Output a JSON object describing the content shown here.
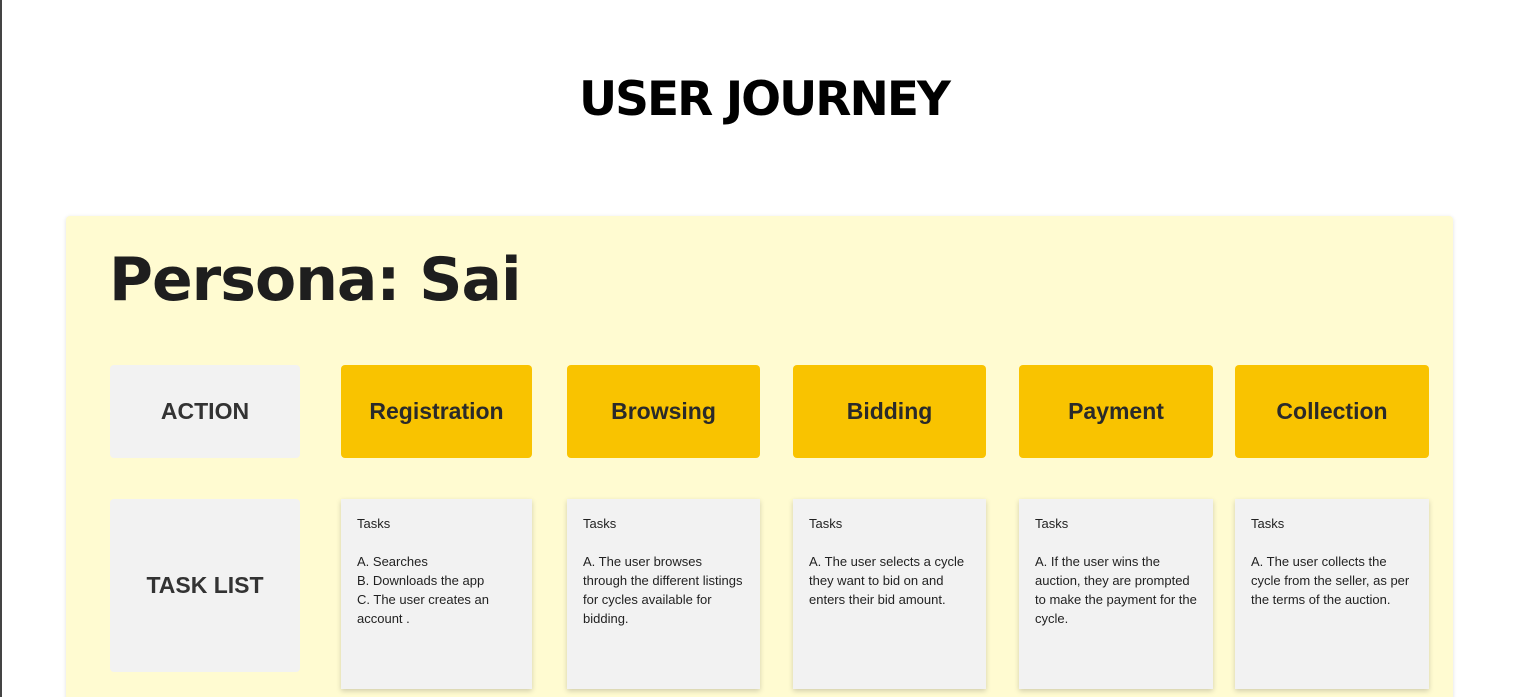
{
  "page_title": "USER JOURNEY",
  "persona_title": "Persona: Sai",
  "row_labels": {
    "action": "ACTION",
    "task_list": "TASK LIST"
  },
  "stages": [
    {
      "name": "Registration",
      "tasks_heading": "Tasks",
      "tasks": [
        "A. Searches",
        "B. Downloads the app",
        "C. The user creates an account ."
      ]
    },
    {
      "name": "Browsing",
      "tasks_heading": "Tasks",
      "tasks": [
        "A. The user browses through the different listings for cycles available for bidding."
      ]
    },
    {
      "name": "Bidding",
      "tasks_heading": "Tasks",
      "tasks": [
        "A. The user selects a cycle they want to bid on and enters their bid amount."
      ]
    },
    {
      "name": "Payment",
      "tasks_heading": "Tasks",
      "tasks": [
        "A. If the user wins the auction, they are prompted to make the payment for the cycle."
      ]
    },
    {
      "name": "Collection",
      "tasks_heading": "Tasks",
      "tasks": [
        "A. The user collects the cycle from the seller, as per the terms of the auction."
      ]
    }
  ],
  "colors": {
    "panel_background": "#fffbd1",
    "stage_accent": "#f9c300",
    "card_background": "#f2f2f2"
  }
}
